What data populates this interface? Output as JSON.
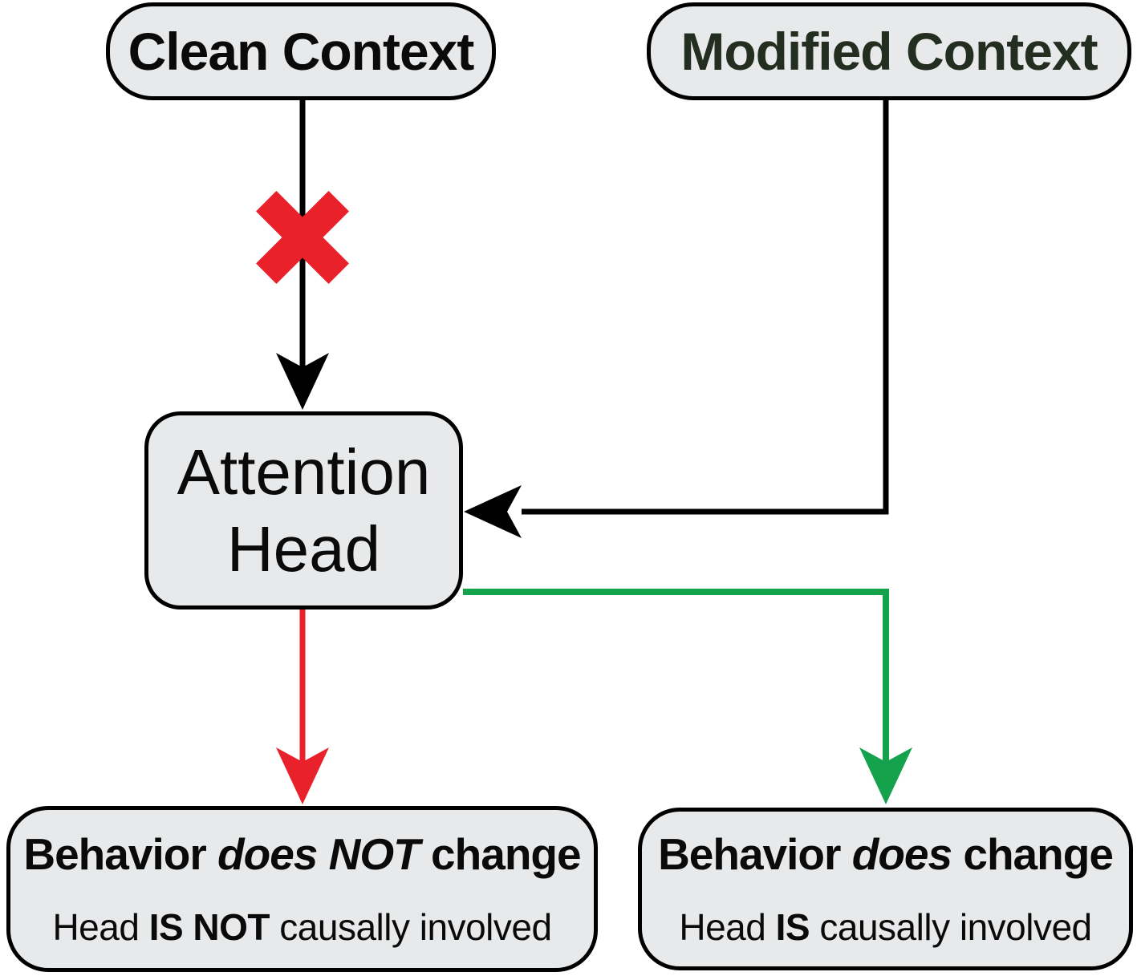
{
  "colors": {
    "background": "#ffffff",
    "node_fill": "#e8e9ea",
    "node_border": "#000000",
    "black_arrow": "#000000",
    "red_arrow": "#e8212a",
    "green_arrow": "#14a24c",
    "modified_context_text": "#232d20",
    "text": "#0a0a0a"
  },
  "icons": {
    "blocked_x": "red-x-mark",
    "arrowhead_style": "concave-back-triangle"
  },
  "nodes": {
    "clean_context": {
      "label": "Clean Context"
    },
    "modified_context": {
      "label": "Modified Context"
    },
    "attention_head": {
      "line1": "Attention",
      "line2": "Head"
    },
    "behavior_not_change": {
      "title_pre": "Behavior ",
      "title_em": "does NOT",
      "title_post": " change",
      "sub_pre": "Head ",
      "sub_em": "IS NOT",
      "sub_post": " causally involved"
    },
    "behavior_change": {
      "title_pre": "Behavior ",
      "title_em": "does",
      "title_post": " change",
      "sub_pre": "Head ",
      "sub_em": "IS",
      "sub_post": " causally involved"
    }
  }
}
